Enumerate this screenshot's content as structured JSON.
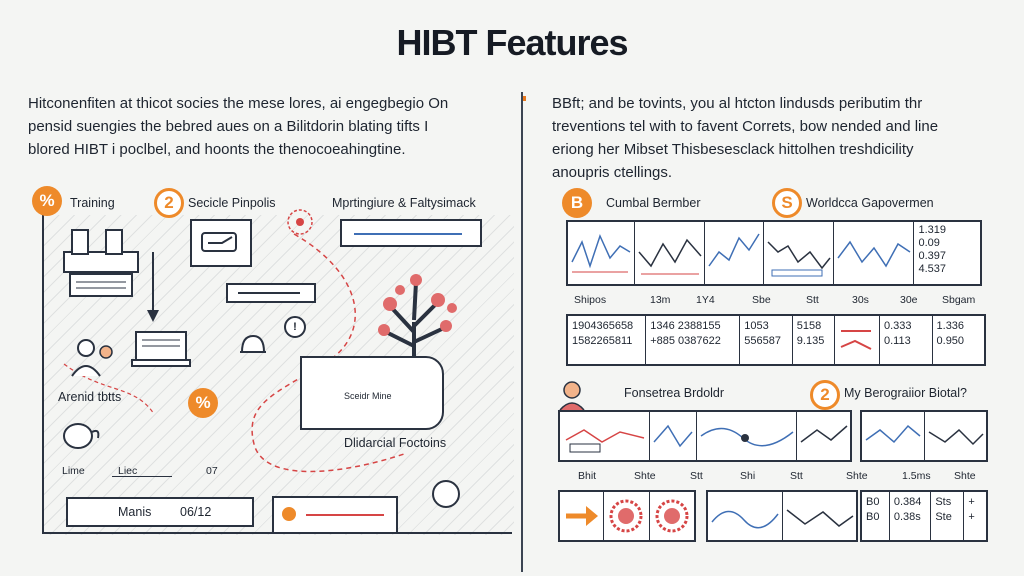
{
  "title": "HIBT Features",
  "left": {
    "intro": [
      "Hitconenfiten at thicot socies the mese lores, ai engegbegio On",
      "pensid suengies the bebred aues on a Bilitdorin blating tifts I",
      "blored HIBT i poclbel, and hoonts the thenocoeahingtine."
    ],
    "steps": [
      {
        "badge": "%",
        "label": "Training"
      },
      {
        "badge": "2",
        "label": "Secicle Pinpolis"
      },
      {
        "badge": "",
        "label": "Mprtingiure & Faltysimack"
      }
    ],
    "labels": {
      "arend": "Arenid tbtts",
      "seidr": "Sceidr Mine",
      "didarcial": "Dlidarcial Foctoins",
      "mark_pct": "%",
      "mark_clock": "!"
    },
    "axis": [
      "Lime",
      "Liec",
      "07"
    ],
    "bottom": {
      "label": "Manis",
      "value": "06/12"
    }
  },
  "right": {
    "intro": [
      "BBft; and be tovints, you al htcton lindusds peributim thr",
      "treventions tel with to favent Correts, bow nended and line",
      "eriong her Mibset Thisbesesclack hittolhen treshdicility",
      "anoupris ctellings."
    ],
    "sec1": {
      "badge": "B",
      "label": "Cumbal Bermber"
    },
    "sec2": {
      "badge": "S",
      "label": "Worldcca Gapovermen"
    },
    "side_values": [
      "1.319",
      "0.09",
      "0.397",
      "4.537"
    ],
    "axis1": [
      "Shipos",
      "13m",
      "1Y4",
      "Sbe",
      "Stt",
      "30s",
      "30e",
      "Sbgam"
    ],
    "table": {
      "c1": [
        "1904365658",
        "1582265811"
      ],
      "c2": [
        "1346 2388155",
        "+885 0387622"
      ],
      "c3": [
        "1053",
        "556587"
      ],
      "c4": [
        "5158",
        "9.135"
      ],
      "c5": [
        "0.333",
        "0.113"
      ],
      "c6": [
        "1.336",
        "0.950"
      ]
    },
    "sec3": {
      "label": "Fonsetrea Brdoldr"
    },
    "sec4": {
      "badge": "2",
      "label": "My Berograiior Biotal?"
    },
    "axis2": [
      "Bhit",
      "Shte",
      "Stt",
      "Shi",
      "Stt",
      "Shte",
      "1.5ms",
      "Shte"
    ],
    "bottom_values": [
      "0.384",
      "0.38s",
      "Sts",
      "Ste"
    ],
    "bottom_prefix": [
      "B0",
      "B0"
    ]
  },
  "colors": {
    "accent": "#ee8a2a",
    "ink": "#2a3240",
    "red": "#d64545",
    "blue": "#3f6fb5",
    "background": "#f4f5f3"
  }
}
